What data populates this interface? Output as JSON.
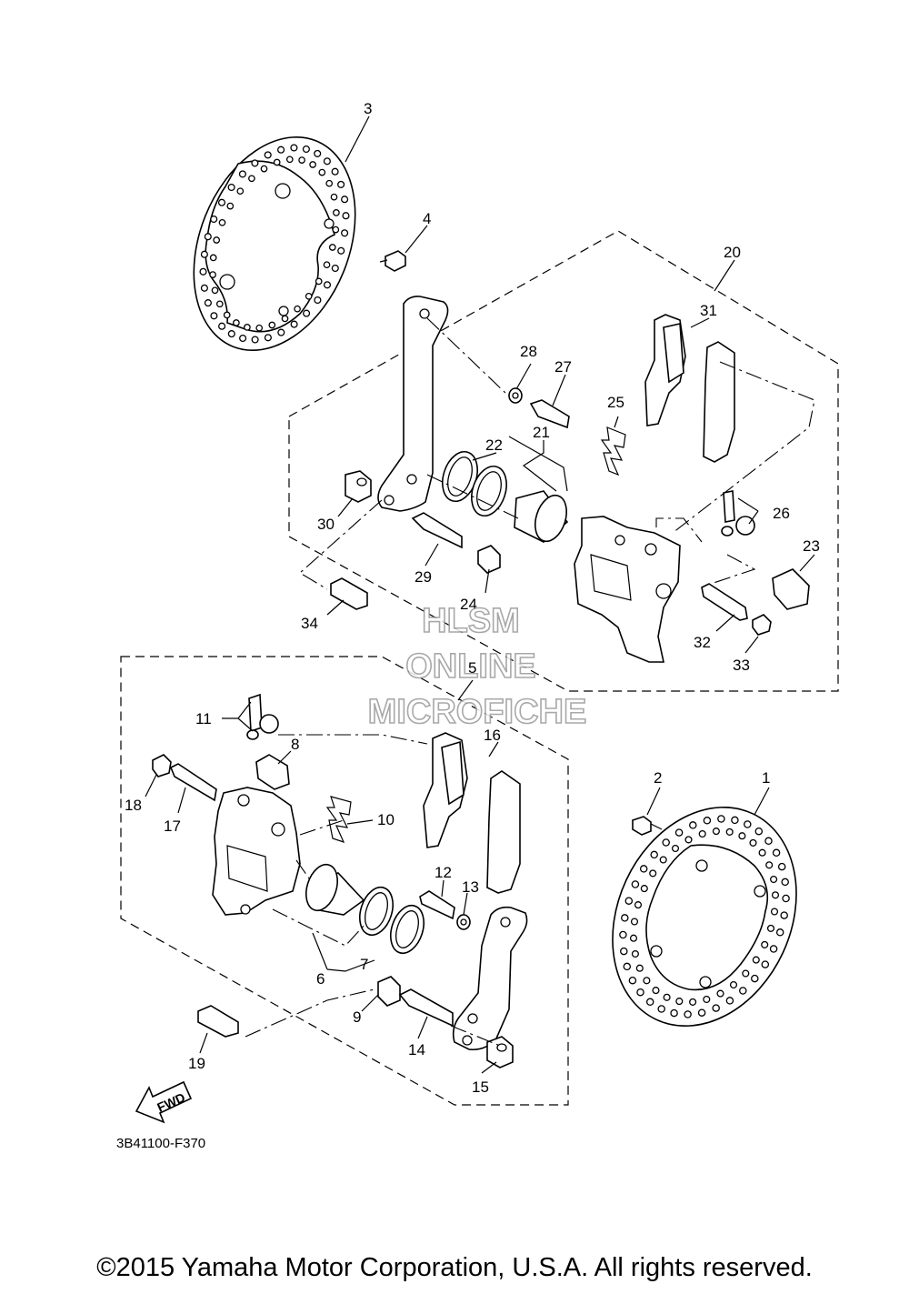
{
  "diagram": {
    "callouts": [
      "1",
      "2",
      "3",
      "4",
      "5",
      "6",
      "7",
      "8",
      "9",
      "10",
      "11",
      "12",
      "13",
      "14",
      "15",
      "16",
      "17",
      "18",
      "19",
      "20",
      "21",
      "22",
      "23",
      "24",
      "25",
      "26",
      "27",
      "28",
      "29",
      "30",
      "31",
      "32",
      "33",
      "34"
    ],
    "reference_code": "3B41100-F370",
    "fwd_label": "FWD",
    "watermark": [
      "HLSM",
      "ONLINE",
      "MICROFICHE"
    ]
  },
  "footer": {
    "copyright": "©2015 Yamaha Motor Corporation, U.S.A. All rights reserved."
  }
}
